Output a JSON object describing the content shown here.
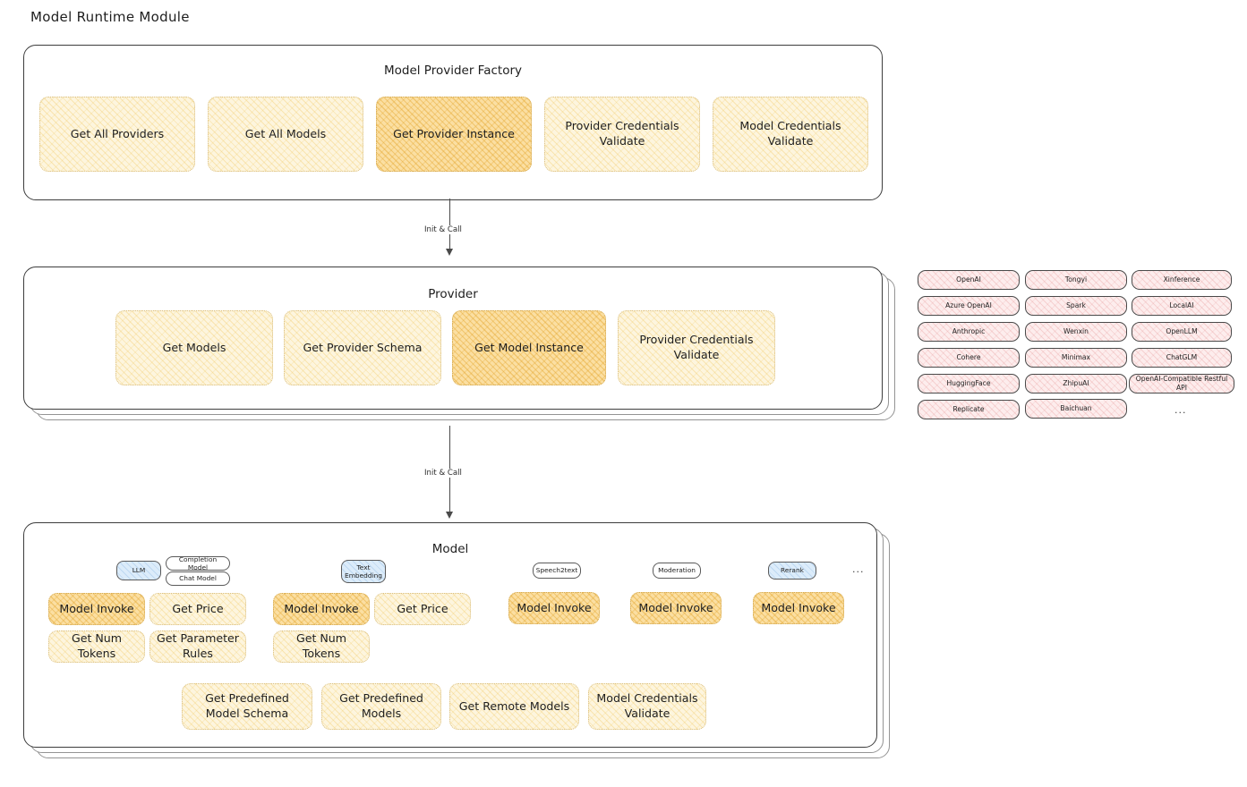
{
  "page": {
    "title": "Model Runtime Module"
  },
  "factory": {
    "title": "Model Provider Factory",
    "boxes": [
      {
        "label": "Get All Providers",
        "style": "light"
      },
      {
        "label": "Get All Models",
        "style": "light"
      },
      {
        "label": "Get Provider Instance",
        "style": "dark"
      },
      {
        "label": "Provider Credentials Validate",
        "style": "light"
      },
      {
        "label": "Model Credentials Validate",
        "style": "light"
      }
    ]
  },
  "arrows": [
    {
      "label": "Init & Call"
    },
    {
      "label": "Init & Call"
    }
  ],
  "provider": {
    "title": "Provider",
    "boxes": [
      {
        "label": "Get Models",
        "style": "light"
      },
      {
        "label": "Get Provider Schema",
        "style": "light"
      },
      {
        "label": "Get Model Instance",
        "style": "dark"
      },
      {
        "label": "Provider Credentials Validate",
        "style": "light"
      }
    ]
  },
  "provider_list": {
    "columns": [
      [
        "OpenAI",
        "Azure OpenAI",
        "Anthropic",
        "Cohere",
        "HuggingFace",
        "Replicate"
      ],
      [
        "Tongyi",
        "Spark",
        "Wenxin",
        "Minimax",
        "ZhipuAI",
        "Baichuan"
      ],
      [
        "Xinference",
        "LocalAI",
        "OpenLLM",
        "ChatGLM",
        "OpenAI-Compatible Restful API"
      ]
    ],
    "more": "..."
  },
  "model": {
    "title": "Model",
    "more": "...",
    "types": [
      {
        "name": "LLM",
        "pill_style": "blue",
        "sub_pills": [
          "Completion Model",
          "Chat Model"
        ],
        "ops": [
          "Model Invoke",
          "Get Price",
          "Get Num Tokens",
          "Get Parameter Rules"
        ]
      },
      {
        "name": "Text Embedding",
        "pill_style": "blue",
        "sub_pills": [],
        "ops": [
          "Model Invoke",
          "Get Price",
          "Get Num Tokens"
        ]
      },
      {
        "name": "Speech2text",
        "pill_style": "white",
        "sub_pills": [],
        "ops": [
          "Model Invoke"
        ]
      },
      {
        "name": "Moderation",
        "pill_style": "white",
        "sub_pills": [],
        "ops": [
          "Model Invoke"
        ]
      },
      {
        "name": "Rerank",
        "pill_style": "blue",
        "sub_pills": [],
        "ops": [
          "Model Invoke"
        ]
      }
    ],
    "common_ops": [
      "Get Predefined Model Schema",
      "Get Predefined Models",
      "Get Remote Models",
      "Model Credentials Validate"
    ]
  },
  "colors": {
    "yellow_light": "#fdf5de",
    "yellow_dark": "#fbdfa2",
    "pink": "#fdeded",
    "blue": "#dcecfa",
    "stroke": "#3d3d3d"
  }
}
